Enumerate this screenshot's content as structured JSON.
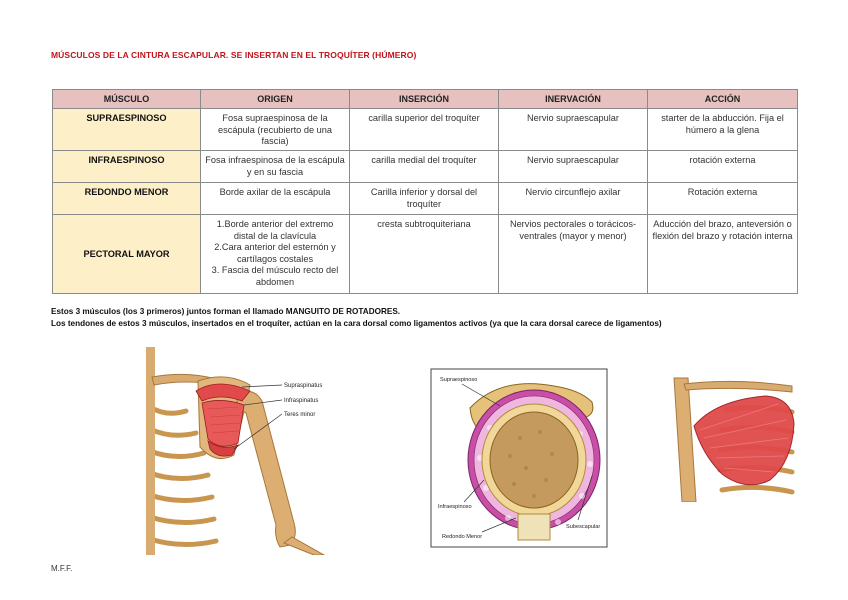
{
  "document": {
    "title": "MÚSCULOS DE LA CINTURA ESCAPULAR. SE INSERTAN EN EL TROQUÍTER (HÚMERO)",
    "footer": "M.F.F."
  },
  "table": {
    "headers": [
      "MÚSCULO",
      "ORIGEN",
      "INSERCIÓN",
      "INERVACIÓN",
      "ACCIÓN"
    ],
    "rows": [
      {
        "muscle": "SUPRAESPINOSO",
        "origin": "Fosa supraespinosa de la escápula (recubierto de una fascia)",
        "insertion": "carilla superior del troquíter",
        "innervation": "Nervio supraescapular",
        "action": "starter de la abducción. Fija el húmero a la glena"
      },
      {
        "muscle": "INFRAESPINOSO",
        "origin": "Fosa infraespinosa de la escápula y en su fascia",
        "insertion": "carilla medial del troquíter",
        "innervation": "Nervio supraescapular",
        "action": "rotación externa"
      },
      {
        "muscle": "REDONDO MENOR",
        "origin": "Borde axilar de la escápula",
        "insertion": "Carilla inferior y dorsal del troquíter",
        "innervation": "Nervio circunflejo axilar",
        "action": "Rotación externa"
      },
      {
        "muscle": "PECTORAL MAYOR",
        "origin": [
          "1.Borde anterior del extremo distal de la clavícula",
          "2.Cara anterior del esternón y cartílagos costales",
          "3. Fascia del músculo recto del abdomen"
        ],
        "insertion": "cresta subtroquiteriana",
        "innervation": "Nervios pectorales o torácicos-ventrales (mayor y menor)",
        "action": "Aducción del brazo, anteversión o flexión del brazo y rotación interna"
      }
    ]
  },
  "notes": [
    "Estos 3 músculos (los 3 primeros)  juntos forman el llamado MANGUITO DE ROTADORES.",
    "Los tendones de estos 3 músculos, insertados en el troquíter, actúan en la cara dorsal como ligamentos activos (ya que la cara dorsal carece de ligamentos)"
  ],
  "figures": {
    "shoulder_labels": [
      "Supraspinatus",
      "Infraspinatus",
      "Teres minor"
    ],
    "cross_section_labels": [
      "Supraespinoso",
      "Infraespinoso",
      "Subescapular",
      "Redondo Menor"
    ]
  },
  "colors": {
    "title": "#c0141b",
    "header_bg": "#e7c0c0",
    "muscle_cell_bg": "#fdf0c9",
    "bone": "#d8ab70",
    "muscle": "#e04a4a",
    "tendon": "#c94fa6"
  }
}
